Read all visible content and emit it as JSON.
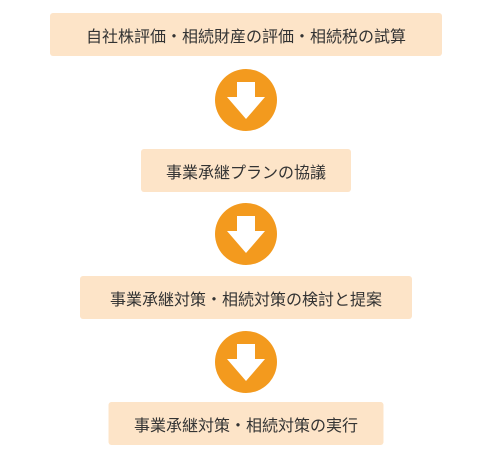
{
  "colors": {
    "step_background": "#fde4c8",
    "arrow_circle": "#f39a1e",
    "arrow_fill": "#ffffff",
    "text": "#333333"
  },
  "steps": [
    {
      "label": "自社株評価・相続財産の評価・相続税の試算"
    },
    {
      "label": "事業承継プランの協議"
    },
    {
      "label": "事業承継対策・相続対策の検討と提案"
    },
    {
      "label": "事業承継対策・相続対策の実行"
    }
  ],
  "arrow_icon": "down-arrow-circle-icon"
}
